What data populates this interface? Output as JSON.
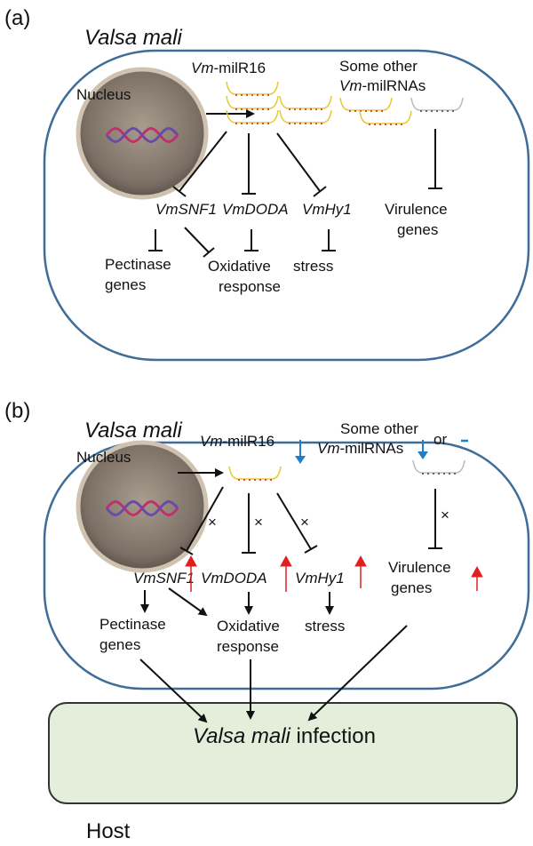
{
  "panel_a": {
    "label": "(a)",
    "organism": "Valsa mali",
    "nucleus": "Nucleus",
    "mir_prefix": "Vm",
    "mir_suffix": "-milR16",
    "other_line1": "Some other",
    "other_prefix": "Vm",
    "other_suffix": "-milRNAs",
    "gene1": "VmSNF1",
    "gene2": "VmDODA",
    "gene3": "VmHy1",
    "virulence1": "Virulence",
    "virulence2": "genes",
    "pectinase1": "Pectinase",
    "pectinase2": "genes",
    "oxidative1": "Oxidative",
    "oxidative2": "response",
    "stress": "stress"
  },
  "panel_b": {
    "label": "(b)",
    "organism": "Valsa mali",
    "nucleus": "Nucleus",
    "mir_prefix": "Vm",
    "mir_suffix": "-milR16",
    "other_line1": "Some other",
    "other_prefix": "Vm",
    "other_suffix": "-milRNAs",
    "or": "or",
    "gene1": "VmSNF1",
    "gene2": "VmDODA",
    "gene3": "VmHy1",
    "virulence1": "Virulence",
    "virulence2": "genes",
    "pectinase1": "Pectinase",
    "pectinase2": "genes",
    "oxidative1": "Oxidative",
    "oxidative2": "response",
    "stress": "stress",
    "block_mark": "×",
    "infection_italic": "Valsa mali",
    "infection_rest": " infection",
    "host": "Host"
  },
  "colors": {
    "cell_border": "#3d6d98",
    "down_arrow": "#1f7fc8",
    "up_arrow": "#e02020",
    "host_fill": "#e3eedb"
  }
}
